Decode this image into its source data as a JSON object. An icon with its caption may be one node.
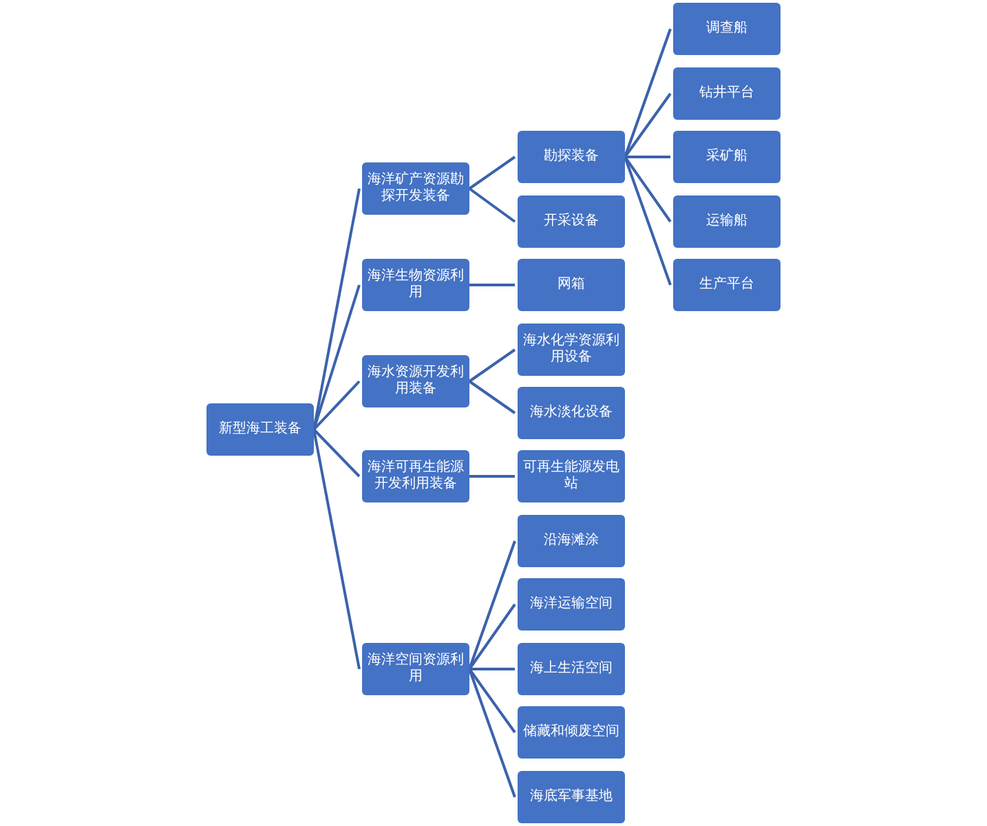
{
  "diagram": {
    "nodes": [
      {
        "text": [
          "新型海工装备"
        ]
      },
      {
        "text": [
          "海洋矿产资源勘探开发装备"
        ]
      },
      {
        "text": [
          "勘探装备"
        ]
      },
      {
        "text": [
          "调查船"
        ]
      },
      {
        "text": [
          "钻井平台"
        ]
      },
      {
        "text": [
          "采矿船"
        ]
      },
      {
        "text": [
          "运输船"
        ]
      },
      {
        "text": [
          "生产平台"
        ]
      },
      {
        "text": [
          "开采设备"
        ]
      },
      {
        "text": [
          "海洋生物资源利用"
        ]
      },
      {
        "text": [
          "网箱"
        ]
      },
      {
        "text": [
          "海水资源开发利用装备"
        ]
      },
      {
        "text": [
          "海水化学资源利用设备"
        ]
      },
      {
        "text": [
          "海水淡化设备"
        ]
      },
      {
        "text": [
          "海洋可再生能源开发利用装备"
        ]
      },
      {
        "text": [
          "可再生能源发电站"
        ]
      },
      {
        "text": [
          "海洋空间资源利用"
        ]
      },
      {
        "text": [
          "沿海滩涂"
        ]
      },
      {
        "text": [
          "海洋运输空间"
        ]
      },
      {
        "text": [
          "海上生活空间"
        ]
      },
      {
        "text": [
          "储藏和倾废空间"
        ]
      },
      {
        "text": [
          "海底军事基地"
        ]
      }
    ],
    "edges": [
      {
        "from": 0,
        "to": 1,
        "arrow": "none"
      },
      {
        "from": 0,
        "to": 9,
        "arrow": "none"
      },
      {
        "from": 0,
        "to": 11,
        "arrow": "none"
      },
      {
        "from": 0,
        "to": 14,
        "arrow": "none"
      },
      {
        "from": 0,
        "to": 16,
        "arrow": "none"
      },
      {
        "from": 1,
        "to": 2,
        "arrow": "none"
      },
      {
        "from": 1,
        "to": 8,
        "arrow": "none"
      },
      {
        "from": 2,
        "to": 3,
        "arrow": "none"
      },
      {
        "from": 2,
        "to": 4,
        "arrow": "none"
      },
      {
        "from": 2,
        "to": 5,
        "arrow": "none"
      },
      {
        "from": 2,
        "to": 6,
        "arrow": "none"
      },
      {
        "from": 2,
        "to": 7,
        "arrow": "none"
      },
      {
        "from": 9,
        "to": 10,
        "arrow": "none"
      },
      {
        "from": 11,
        "to": 12,
        "arrow": "none"
      },
      {
        "from": 11,
        "to": 13,
        "arrow": "none"
      },
      {
        "from": 14,
        "to": 15,
        "arrow": "none"
      },
      {
        "from": 16,
        "to": 17,
        "arrow": "none"
      },
      {
        "from": 16,
        "to": 18,
        "arrow": "none"
      },
      {
        "from": 16,
        "to": 19,
        "arrow": "none"
      },
      {
        "from": 16,
        "to": 20,
        "arrow": "none"
      },
      {
        "from": 16,
        "to": 21,
        "arrow": "none"
      }
    ]
  }
}
